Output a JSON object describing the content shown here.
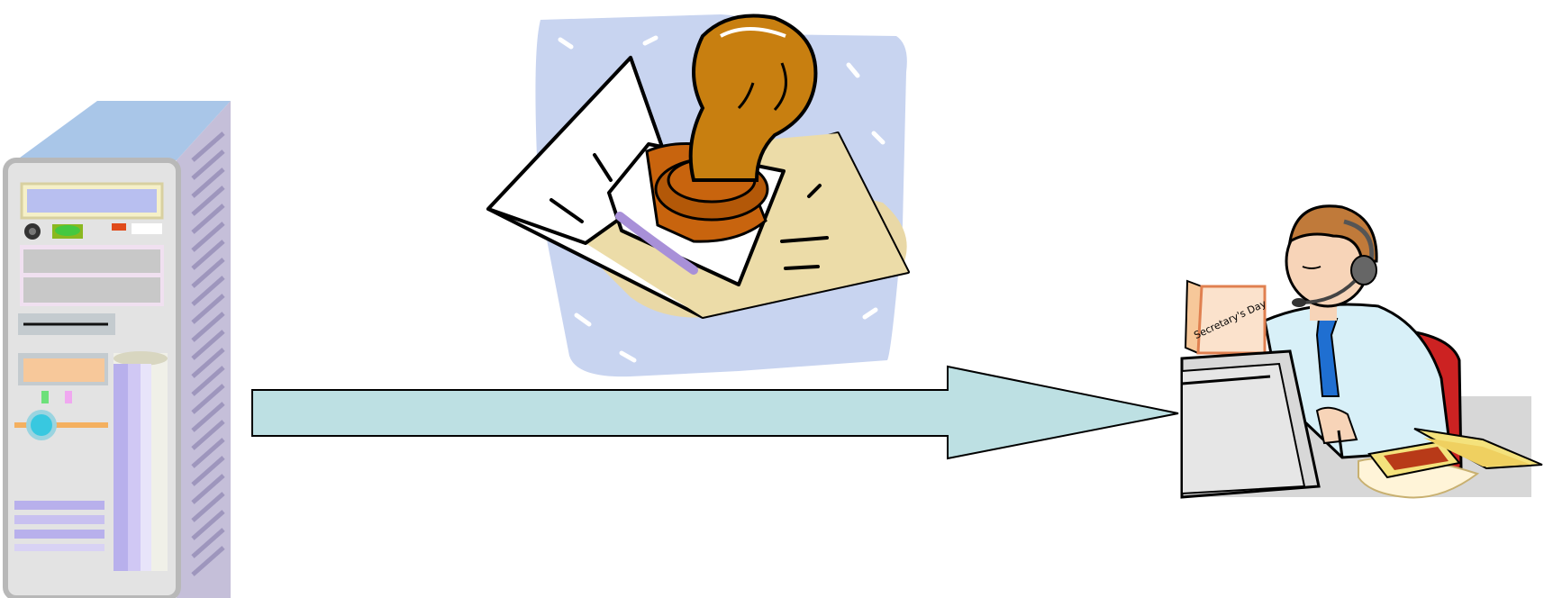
{
  "diagram": {
    "nodes": [
      {
        "id": "server",
        "icon": "server-tower-icon"
      },
      {
        "id": "stamp",
        "icon": "rubber-stamp-document-icon"
      },
      {
        "id": "operator",
        "icon": "call-center-operator-icon",
        "book_label": "Secretary's Day"
      }
    ],
    "edges": [
      {
        "from": "server",
        "to": "operator",
        "style": "block-arrow"
      }
    ]
  },
  "colors": {
    "arrow_fill": "#bde0e3",
    "arrow_stroke": "#000000",
    "server_body": "#e3e3e3",
    "server_top": "#a9c6e8",
    "server_side": "#c5bfd9",
    "stamp_background": "#c8d4f0",
    "stamp_handle": "#c87f10",
    "paper_tan": "#e9d8a6",
    "shirt": "#d8f0f8",
    "tie": "#1f6fd1",
    "chair": "#cc2222",
    "pizza_box": "#f4e27c"
  }
}
